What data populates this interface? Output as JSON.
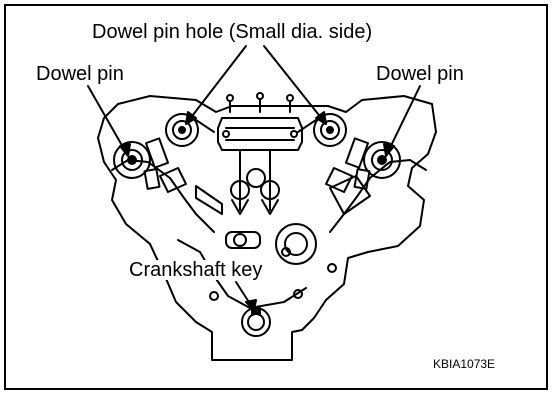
{
  "figure": {
    "callouts": {
      "dowel_pin_hole": "Dowel pin hole (Small dia. side)",
      "dowel_pin_left": "Dowel pin",
      "dowel_pin_right": "Dowel pin",
      "crankshaft_key": "Crankshaft key"
    },
    "figure_code": "KBIA1073E",
    "line_color": "#000000",
    "background": "#ffffff"
  }
}
